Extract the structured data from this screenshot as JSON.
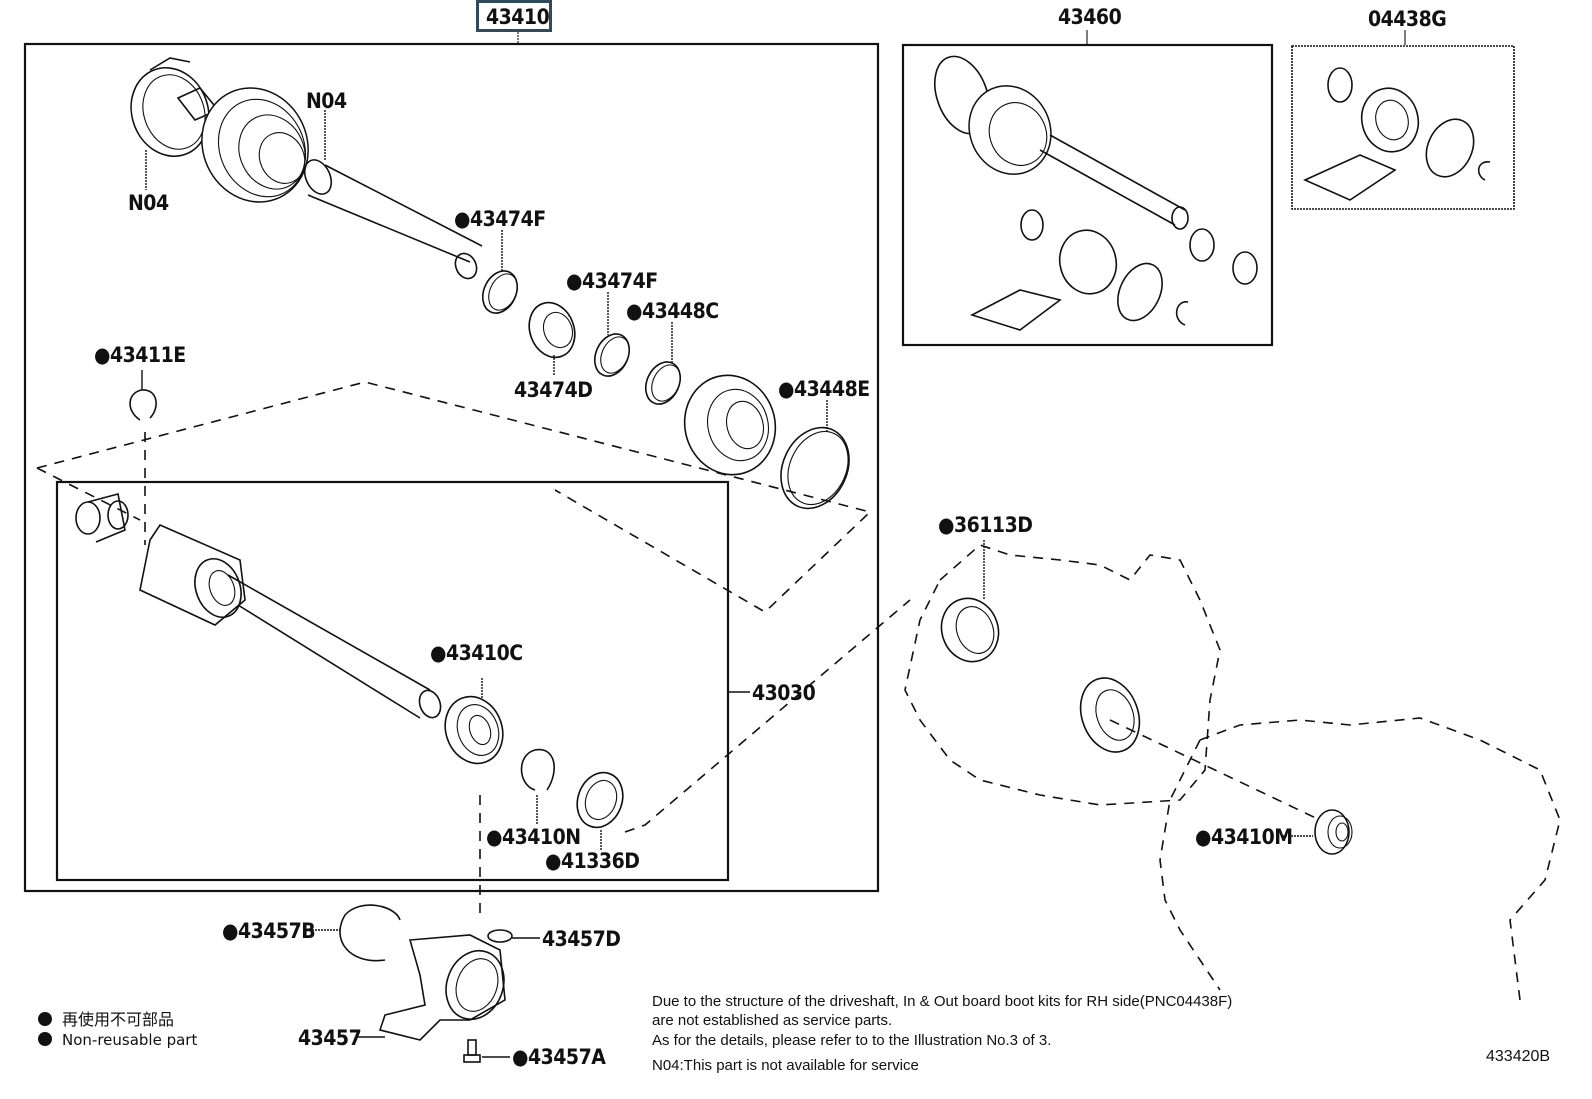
{
  "diagram": {
    "title_part": "43410",
    "assemblies": [
      {
        "id": "main-assembly",
        "part_no": "43410"
      },
      {
        "id": "boot-kit-assembly",
        "part_no": "43460"
      },
      {
        "id": "boot-kit-rh",
        "part_no": "04438G"
      },
      {
        "id": "inboard-joint",
        "part_no": "43030"
      }
    ],
    "callouts": {
      "n04_boot_clamp_large": "N04",
      "n04_boot_clamp_small": "N04",
      "c43474F_a": "●43474F",
      "c43474F_b": "●43474F",
      "c43448C": "●43448C",
      "c43474D": "43474D",
      "c43448E": "●43448E",
      "c43411E": "●43411E",
      "c43410C": "●43410C",
      "c43030": "43030",
      "c43410N": "●43410N",
      "c41336D": "●41336D",
      "c36113D": "●36113D",
      "c43410M": "●43410M",
      "c43457B": "●43457B",
      "c43457D": "43457D",
      "c43457": "43457",
      "c43457A": "●43457A",
      "c43460": "43460",
      "c04438G": "04438G"
    },
    "legend": [
      {
        "symbol": "filled-circle",
        "text": "再使用不可部品"
      },
      {
        "symbol": "filled-circle",
        "text": "Non-reusable part"
      }
    ],
    "notes": [
      "Due to the structure of the driveshaft, In & Out board  boot kits for RH side(PNC04438F)",
      "are not established as service parts.",
      "As for the details, please refer to to the Illustration No.3 of 3.",
      "N04:This part is not available for service"
    ],
    "illustration_id": "433420B"
  }
}
